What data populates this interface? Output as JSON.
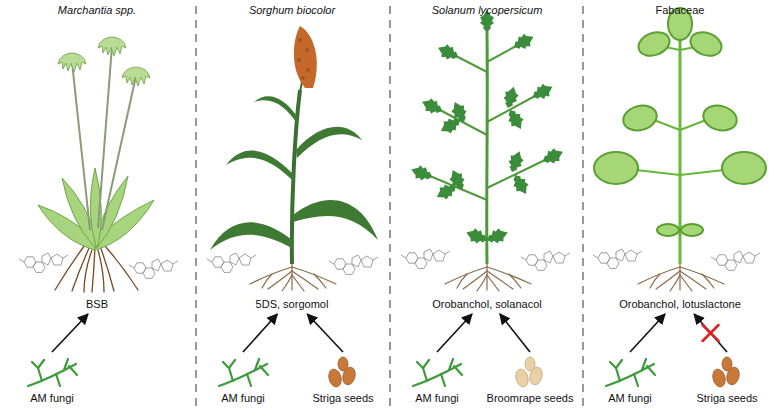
{
  "diagram": {
    "nodes": [
      {
        "text": [
          "BSB"
        ]
      },
      {
        "text": [
          "AM fungi"
        ]
      },
      {
        "text": [
          "5DS, sorgomol"
        ]
      },
      {
        "text": [
          "AM fungi"
        ]
      },
      {
        "text": [
          "Striga seeds"
        ]
      },
      {
        "text": [
          "Orobanchol, solanacol"
        ]
      },
      {
        "text": [
          "AM fungi"
        ]
      },
      {
        "text": [
          "Broomrape seeds"
        ]
      },
      {
        "text": [
          "Orobanchol, lotuslactone"
        ]
      },
      {
        "text": [
          "AM fungi"
        ]
      },
      {
        "text": [
          "Striga seeds"
        ]
      }
    ],
    "edges": [
      {
        "from": 1,
        "to": 0,
        "arrow": "to"
      },
      {
        "from": 3,
        "to": 2,
        "arrow": "to"
      },
      {
        "from": 4,
        "to": 2,
        "arrow": "to"
      },
      {
        "from": 6,
        "to": 5,
        "arrow": "to"
      },
      {
        "from": 7,
        "to": 5,
        "arrow": "to"
      },
      {
        "from": 9,
        "to": 8,
        "arrow": "to"
      },
      {
        "from": 10,
        "to": 8,
        "arrow": "to"
      }
    ],
    "labels": [
      "Marchantia spp.",
      "Sorghum biocolor",
      "Solanum lycopersicum",
      "Fabaceae"
    ]
  }
}
